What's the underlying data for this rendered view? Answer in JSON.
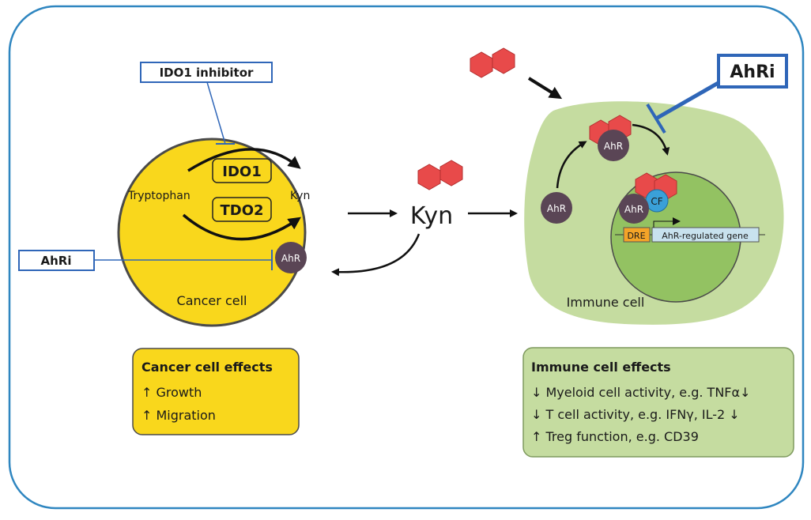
{
  "cancer_cell": {
    "label": "Cancer cell",
    "substrate": "Tryptophan",
    "product": "Kyn",
    "enzyme1": "IDO1",
    "enzyme2": "TDO2",
    "receptor": "AhR"
  },
  "inhibitors": {
    "ido1": "IDO1 inhibitor",
    "ahri_cancer": "AhRi",
    "ahri_immune": "AhRi"
  },
  "center": {
    "kyn": "Kyn"
  },
  "immune_cell": {
    "label": "Immune cell",
    "ahr_free": "AhR",
    "ahr_bound": "AhR",
    "ahr_nuclear": "AhR",
    "cofactor": "CF",
    "dre": "DRE",
    "gene": "AhR-regulated gene"
  },
  "cancer_effects": {
    "title": "Cancer cell effects",
    "items": [
      "↑ Growth",
      "↑ Migration"
    ]
  },
  "immune_effects": {
    "title": "Immune cell effects",
    "items": [
      "↓ Myeloid cell activity, e.g. TNFα↓",
      "↓ T cell activity, e.g. IFNγ, IL-2  ↓",
      "↑ Treg function, e.g. CD39"
    ]
  },
  "colors": {
    "frame": "#2f86c0",
    "cancer_cell": "#f9d71c",
    "immune_cell": "#c5dca0",
    "nucleus": "#93c262",
    "ahr": "#5a4555",
    "ligand": "#e84a4a",
    "inhibitor": "#2f66b8",
    "cofactor": "#3aa0d8",
    "dre": "#f4a428",
    "gene": "#c8e2ee"
  }
}
